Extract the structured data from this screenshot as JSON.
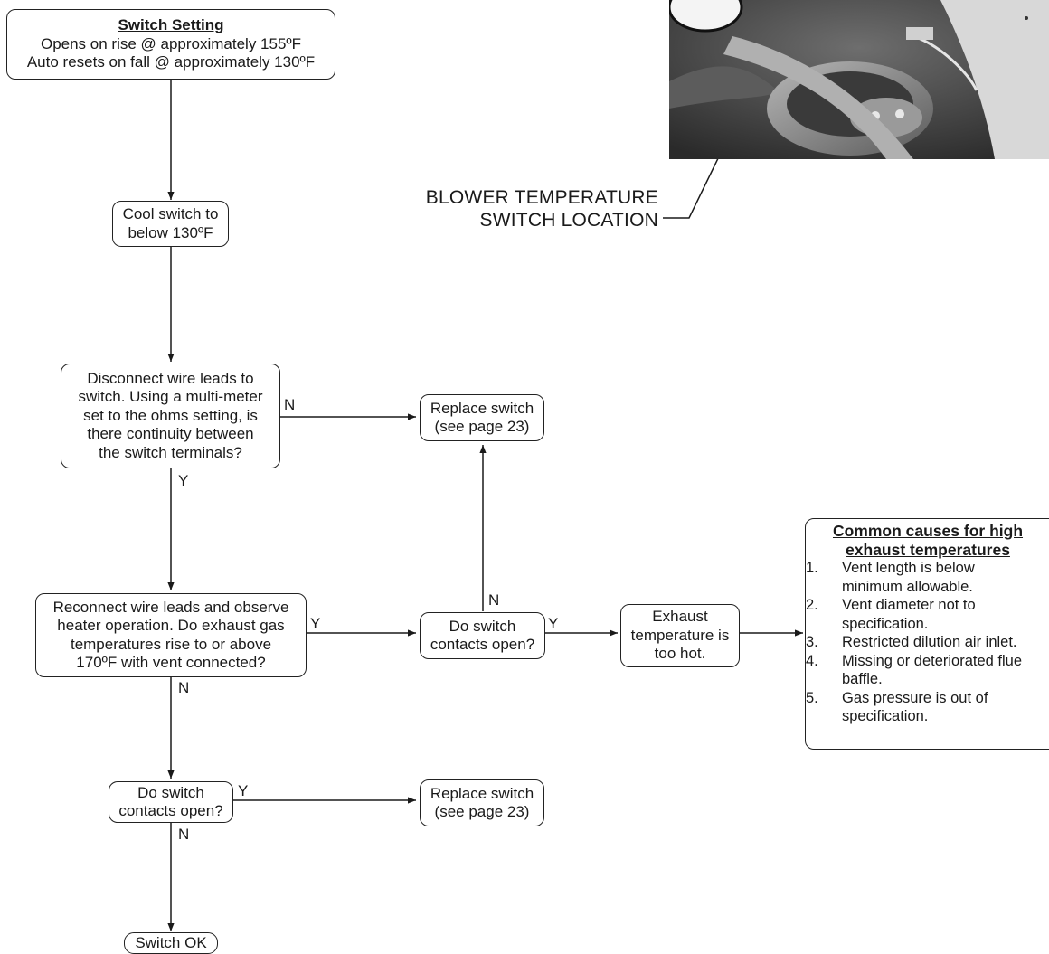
{
  "boxes": {
    "switch_setting": {
      "title": "Switch Setting",
      "line1": "Opens on rise @ approximately 155ºF",
      "line2": "Auto resets on fall @ approximately 130ºF"
    },
    "cool_switch": {
      "line1": "Cool switch to",
      "line2": "below 130ºF"
    },
    "disconnect": {
      "line1": "Disconnect wire leads to",
      "line2": "switch.  Using a multi-meter",
      "line3": "set to the ohms setting, is",
      "line4": "there continuity between",
      "line5": "the switch terminals?"
    },
    "replace_top": {
      "line1": "Replace switch",
      "line2": "(see page 23)"
    },
    "reconnect": {
      "line1": "Reconnect wire leads and observe",
      "line2": "heater operation.  Do exhaust gas",
      "line3": "temperatures rise to or above",
      "line4": "170ºF with vent connected?"
    },
    "contacts_open_mid": {
      "line1": "Do switch",
      "line2": "contacts open?"
    },
    "exhaust_hot": {
      "line1": "Exhaust",
      "line2": "temperature is",
      "line3": "too hot."
    },
    "contacts_open_low": {
      "line1": "Do switch",
      "line2": "contacts open?"
    },
    "replace_bottom": {
      "line1": "Replace switch",
      "line2": "(see page 23)"
    },
    "switch_ok": {
      "line1": "Switch OK"
    }
  },
  "causes": {
    "title1": "Common causes for high",
    "title2": "exhaust temperatures",
    "items": [
      {
        "num": "1.",
        "line1": "Vent length is below",
        "line2": "minimum allowable."
      },
      {
        "num": "2.",
        "line1": "Vent diameter not to",
        "line2": "specification."
      },
      {
        "num": "3.",
        "line1": "Restricted dilution air inlet.",
        "line2": ""
      },
      {
        "num": "4.",
        "line1": "Missing or deteriorated flue",
        "line2": "baffle."
      },
      {
        "num": "5.",
        "line1": "Gas pressure is out of",
        "line2": "specification."
      }
    ]
  },
  "labels": {
    "n_disconnect": "N",
    "y_disconnect": "Y",
    "y_reconnect": "Y",
    "n_reconnect": "N",
    "n_contacts_mid": "N",
    "y_contacts_mid": "Y",
    "y_contacts_low": "Y",
    "n_contacts_low": "N"
  },
  "caption": {
    "line1": "BLOWER TEMPERATURE",
    "line2": "SWITCH LOCATION"
  }
}
